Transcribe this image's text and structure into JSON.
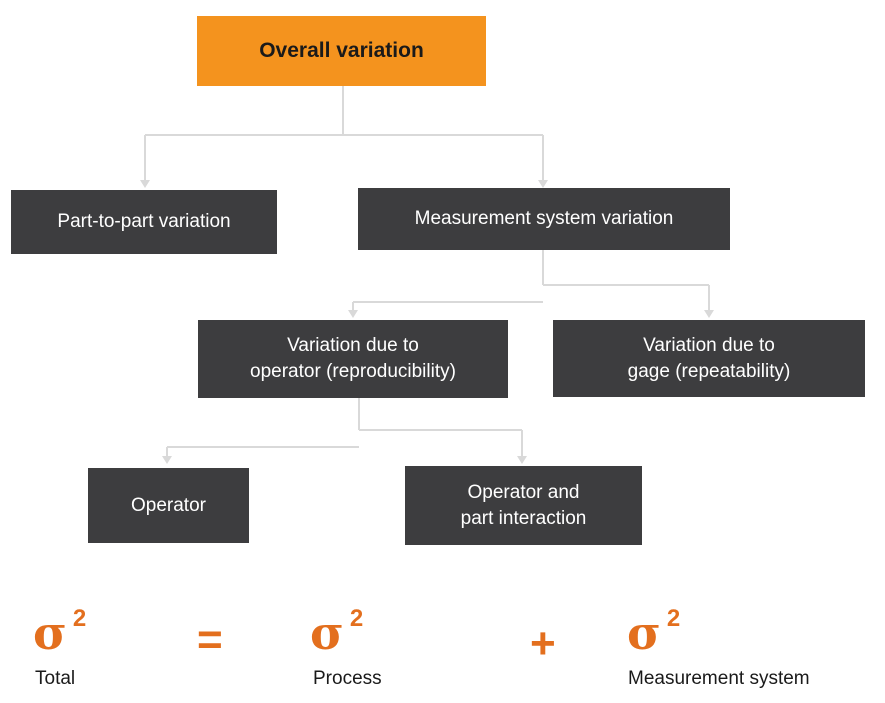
{
  "nodes": {
    "overall": "Overall variation",
    "part_to_part": "Part-to-part variation",
    "measurement_system": "Measurement system variation",
    "reproducibility": "Variation due to\noperator (reproducibility)",
    "repeatability": "Variation due to\ngage (repeatability)",
    "operator": "Operator",
    "operator_part": "Operator and\npart interaction"
  },
  "equation": {
    "symbol": "σ",
    "exponent": "2",
    "equals": "=",
    "plus": "+",
    "labels": {
      "total": "Total",
      "process": "Process",
      "measurement": "Measurement system"
    }
  },
  "colors": {
    "accent": "#f4931e",
    "box": "#3d3d3f",
    "connector": "#d9d9d9",
    "symbol": "#e36f1e"
  }
}
